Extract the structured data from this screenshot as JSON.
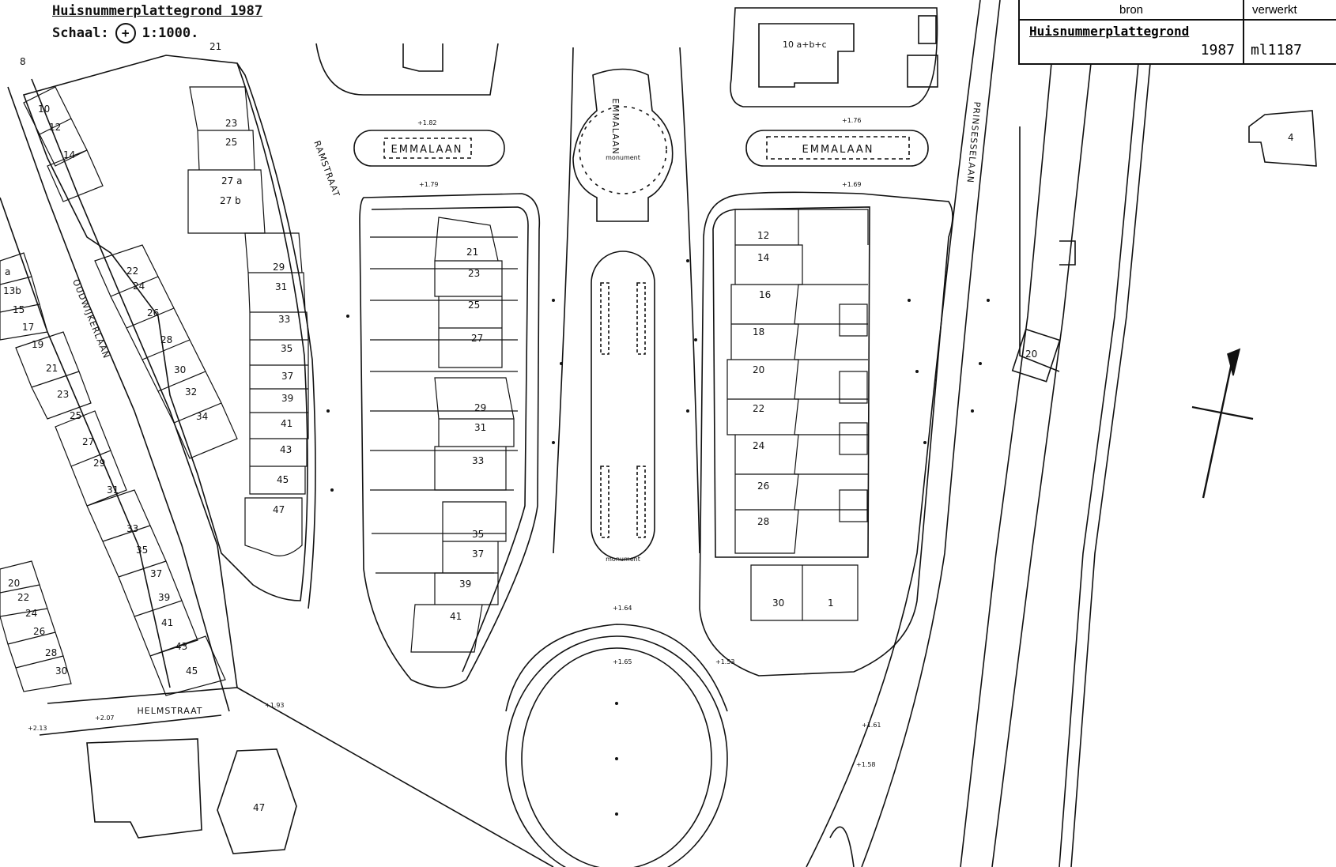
{
  "header": {
    "title": "Huisnummerplattegrond 1987",
    "scale_label": "Schaal:",
    "scale_symbol": "+",
    "scale_value": "1:1000."
  },
  "info_box": {
    "bron_label": "bron",
    "verwerkt_label": "verwerkt",
    "bron_value_1": "Huisnummerplattegrond",
    "bron_value_2": "1987",
    "verwerkt_value": "ml1187"
  },
  "streets": {
    "ramstraat": "RAMSTRAAT",
    "emmalaan_left": "EMMALAAN",
    "emmalaan_right": "EMMALAAN",
    "emmalaan_center": "EMMALAAN",
    "monument_1": "monument",
    "monument_2": "monument",
    "prinsesselaan": "PRINSESSELAAN",
    "oudwijkerlaan": "OUDWIJKERLAAN",
    "helmstraat": "HELMSTRAAT"
  },
  "house_numbers": {
    "top_left": [
      "8",
      "10",
      "12",
      "14",
      "21"
    ],
    "ramstraat_west": [
      "23",
      "25",
      "27 a",
      "27 b",
      "29",
      "31",
      "33",
      "35",
      "37",
      "39",
      "41",
      "43",
      "45",
      "47"
    ],
    "oudwijker_east": [
      "22",
      "24",
      "26",
      "28",
      "30",
      "32",
      "34"
    ],
    "oudwijker_west": [
      "a",
      "13b",
      "15",
      "17",
      "19",
      "21",
      "23",
      "25",
      "27",
      "29",
      "31",
      "33",
      "35",
      "37",
      "39",
      "41",
      "43",
      "45"
    ],
    "bottom_left": [
      "20",
      "22",
      "24",
      "26",
      "28",
      "30"
    ],
    "center_block": [
      "21",
      "23",
      "25",
      "27",
      "29",
      "31",
      "33",
      "35",
      "37",
      "39",
      "41"
    ],
    "east_block": [
      "12",
      "14",
      "16",
      "18",
      "20",
      "22",
      "24",
      "26",
      "28"
    ],
    "south_block": [
      "30",
      "1"
    ],
    "other": [
      "10 a+b+c",
      "20",
      "4",
      "47"
    ]
  },
  "heights": [
    "+1.82",
    "+1.76",
    "+1.79",
    "+1.69",
    "+1.64",
    "+1.65",
    "+1.53",
    "+1.61",
    "+1.58",
    "+1.93",
    "+2.07",
    "+2.13"
  ],
  "colors": {
    "ink": "#111111",
    "paper": "#ffffff"
  }
}
